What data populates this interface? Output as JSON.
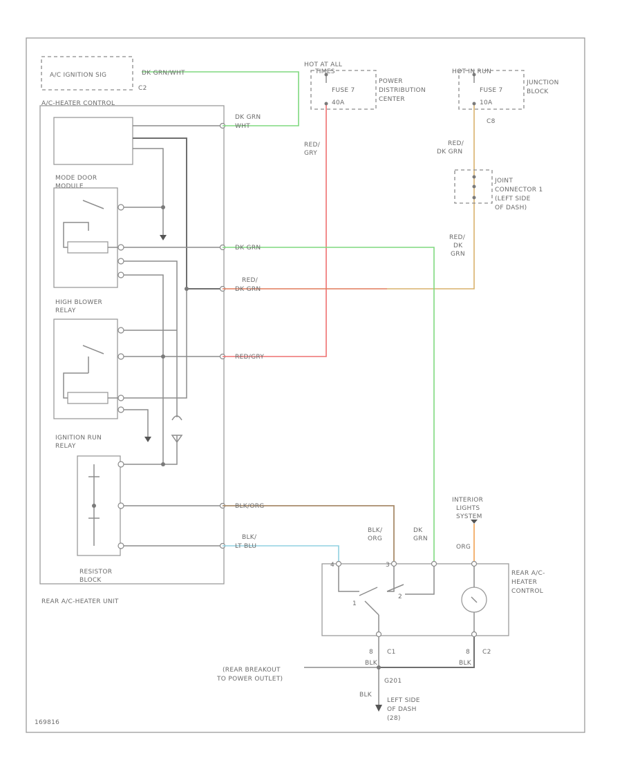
{
  "colors": {
    "green": "#7fd87f",
    "red": "#ee7070",
    "red_orange": "#e07a5a",
    "tan": "#d8b06a",
    "brown": "#a88a6a",
    "light_blue": "#8fd0e0",
    "orange": "#f0a050",
    "dark_gray": "#6e6e6e"
  },
  "labels": {
    "ac_ignition_sig": "A/C IGNITION SIG",
    "ac_c2": "C2",
    "wire_dkgrn_wht_top": "DK GRN/WHT",
    "hot_at_all": "HOT AT ALL",
    "hot_at_all_2": "TIMES",
    "fuse7_left": "FUSE 7",
    "fuse7_left_amp": "40A",
    "power_dist_1": "POWER",
    "power_dist_2": "DISTRIBUTION",
    "power_dist_3": "CENTER",
    "hot_in_run": "HOT IN RUN",
    "fuse7_right": "FUSE 7",
    "fuse7_right_amp": "10A",
    "junction_1": "JUNCTION",
    "junction_2": "BLOCK",
    "c8": "C8",
    "red_dkgrn_1a": "RED/",
    "red_dkgrn_1b": "DK GRN",
    "joint_1": "JOINT",
    "joint_2": "CONNECTOR 1",
    "joint_3": "(LEFT SIDE",
    "joint_4": "OF DASH)",
    "red_dkgrn_2a": "RED/",
    "red_dkgrn_2b": "DK",
    "red_dkgrn_2c": "GRN",
    "red_gry_1": "RED/",
    "red_gry_2": "GRY",
    "ac_heater_controls": "A/C-HEATER CONTROL",
    "dkgrn_wht_a": "DK GRN",
    "dkgrn_wht_b": "WHT",
    "mode_door_1": "MODE DOOR",
    "mode_door_2": "MODULE",
    "wire_dkgrn": "DK GRN",
    "wire_red_dkgrn_a": "RED/",
    "wire_red_dkgrn_b": "DK GRN",
    "high_blower_1": "HIGH BLOWER",
    "high_blower_2": "RELAY",
    "wire_red_gry": "RED/GRY",
    "ign_run_1": "IGNITION RUN",
    "ign_run_2": "RELAY",
    "wire_blk_org": "BLK/ORG",
    "wire_blk_ltblu_a": "BLK/",
    "wire_blk_ltblu_b": "LT BLU",
    "resistor_1": "RESISTOR",
    "resistor_2": "BLOCK",
    "rear_unit": "REAR A/C-HEATER UNIT",
    "blk_org_a": "BLK/",
    "blk_org_b": "ORG",
    "dkgrn_v_a": "DK",
    "dkgrn_v_b": "GRN",
    "interior_1": "INTERIOR",
    "interior_2": "LIGHTS",
    "interior_3": "SYSTEM",
    "org": "ORG",
    "rear_ctrl_1": "REAR A/C-",
    "rear_ctrl_2": "HEATER",
    "rear_ctrl_3": "CONTROL",
    "pin_1": "1",
    "pin_2": "2",
    "pin_3": "3",
    "pin_4": "4",
    "pin_8": "8",
    "pin_8b": "8",
    "c1": "C1",
    "c2": "C2",
    "blk_left": "BLK",
    "blk_right": "BLK",
    "rear_breakout_1": "(REAR BREAKOUT",
    "rear_breakout_2": "TO POWER OUTLET)",
    "g201": "G201",
    "blk_gnd": "BLK",
    "left_side_1": "LEFT SIDE",
    "left_side_2": "OF DASH",
    "left_side_3": "(28)",
    "diagram_id": "169816"
  }
}
